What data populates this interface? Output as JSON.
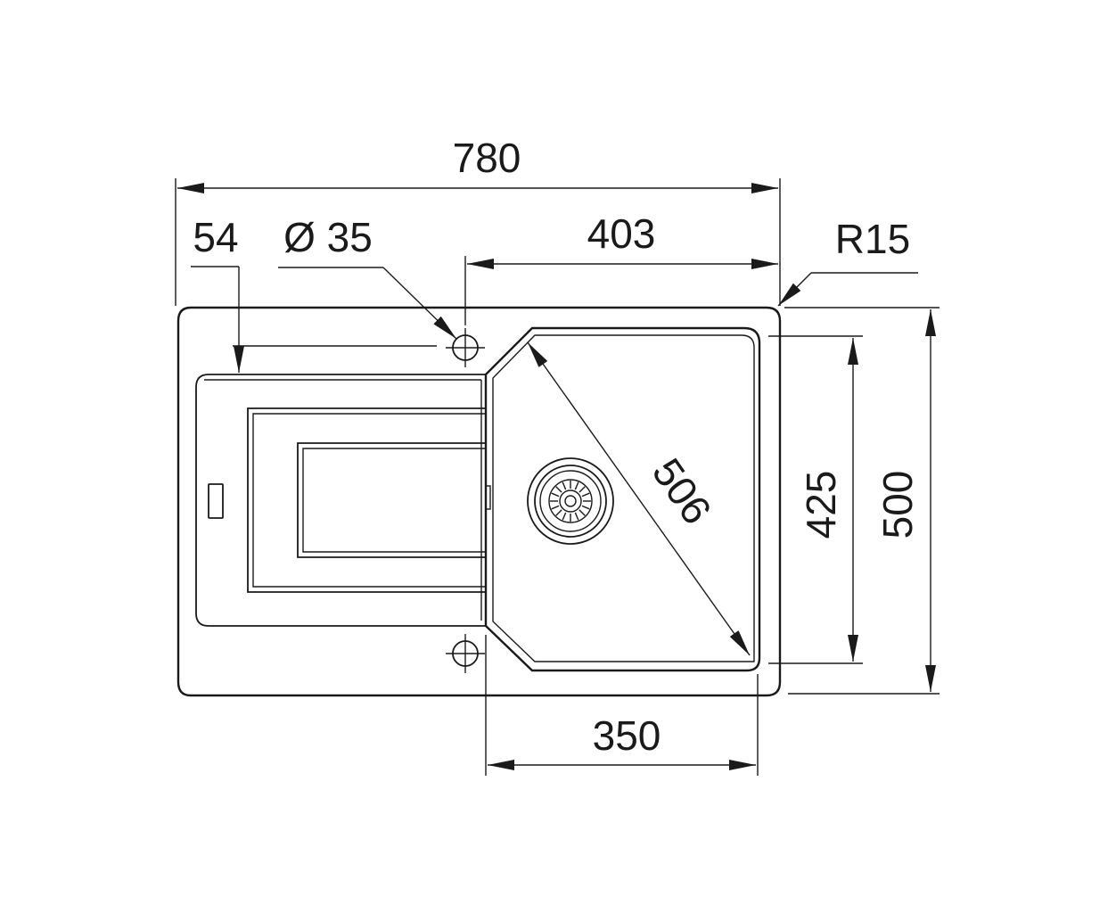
{
  "dimensions": {
    "overall_width": "780",
    "tap_hole_offset": "54",
    "tap_hole_diameter": "Ø 35",
    "bowl_width_top": "403",
    "corner_radius": "R15",
    "bowl_diagonal": "506",
    "bowl_depth": "425",
    "overall_depth": "500",
    "bowl_width_bottom": "350"
  },
  "colors": {
    "line": "#1a1a1a",
    "background": "#ffffff"
  }
}
